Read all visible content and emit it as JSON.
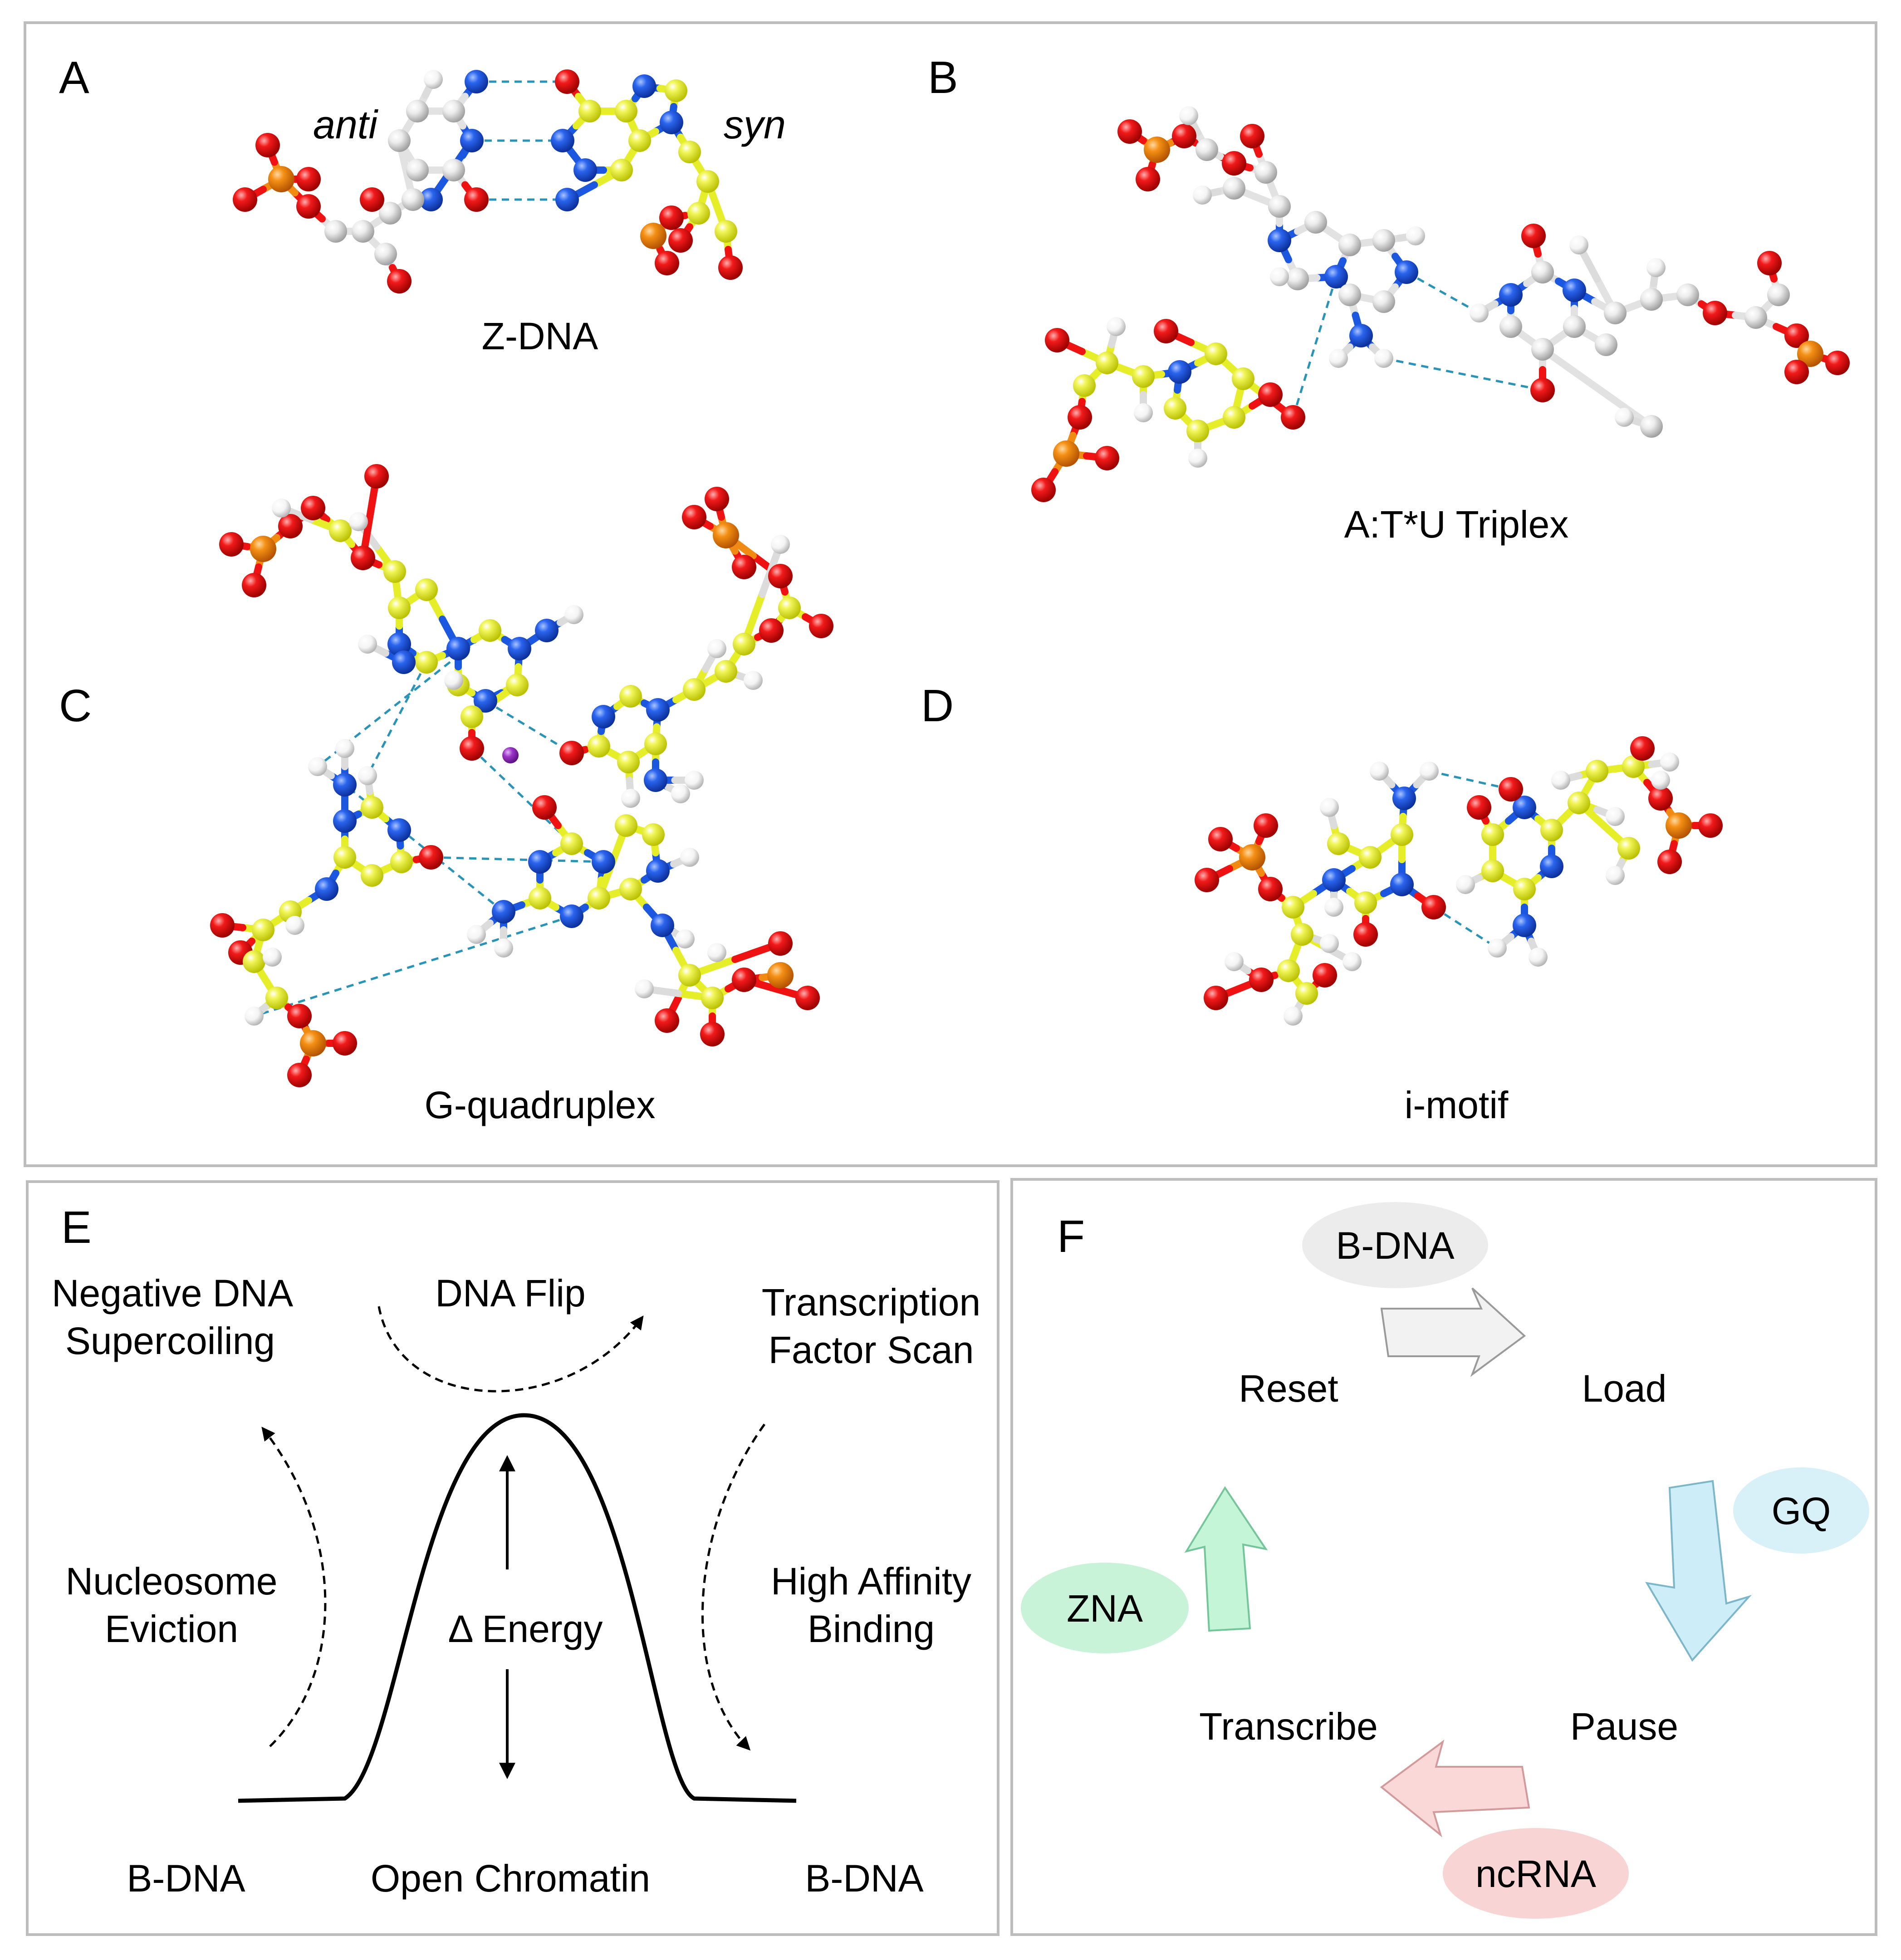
{
  "panel_a": {
    "letter": "A",
    "label_anti": "anti",
    "label_syn": "syn",
    "caption": "Z-DNA"
  },
  "panel_b": {
    "letter": "B",
    "caption": "A:T*U Triplex"
  },
  "panel_c": {
    "letter": "C",
    "caption": "G-quadruplex"
  },
  "panel_d": {
    "letter": "D",
    "caption": "i-motif"
  },
  "panel_e": {
    "letter": "E",
    "top_left_line1": "Negative DNA",
    "top_left_line2": "Supercoiling",
    "top_center": "DNA Flip",
    "top_right_line1": "Transcription",
    "top_right_line2": "Factor Scan",
    "mid_left_line1": "Nucleosome",
    "mid_left_line2": "Eviction",
    "mid_center": "Δ Energy",
    "mid_right_line1": "High Affinity",
    "mid_right_line2": "Binding",
    "bottom_left": "B-DNA",
    "bottom_center": "Open Chromatin",
    "bottom_right": "B-DNA"
  },
  "panel_f": {
    "letter": "F",
    "steps": [
      "Reset",
      "Load",
      "Pause",
      "Transcribe"
    ],
    "bubbles": [
      {
        "label": "B-DNA",
        "color": "#ececec"
      },
      {
        "label": "GQ",
        "color": "#d8f1f9"
      },
      {
        "label": "ncRNA",
        "color": "#f9d4d4"
      },
      {
        "label": "ZNA",
        "color": "#c8f3d8"
      }
    ],
    "arrow_colors": [
      "#f2f2f2",
      "#cdeef8",
      "#fad8d8",
      "#c4f5d6"
    ]
  },
  "colors": {
    "carbon_yellow": "#e6ee2a",
    "carbon_white": "#e2e2e2",
    "nitrogen": "#1c57e0",
    "oxygen": "#ef1212",
    "phosphorus": "#f08a12",
    "hydrogen": "#ffffff",
    "hbond": "#2a93b8",
    "ion": "#9b35c8"
  }
}
